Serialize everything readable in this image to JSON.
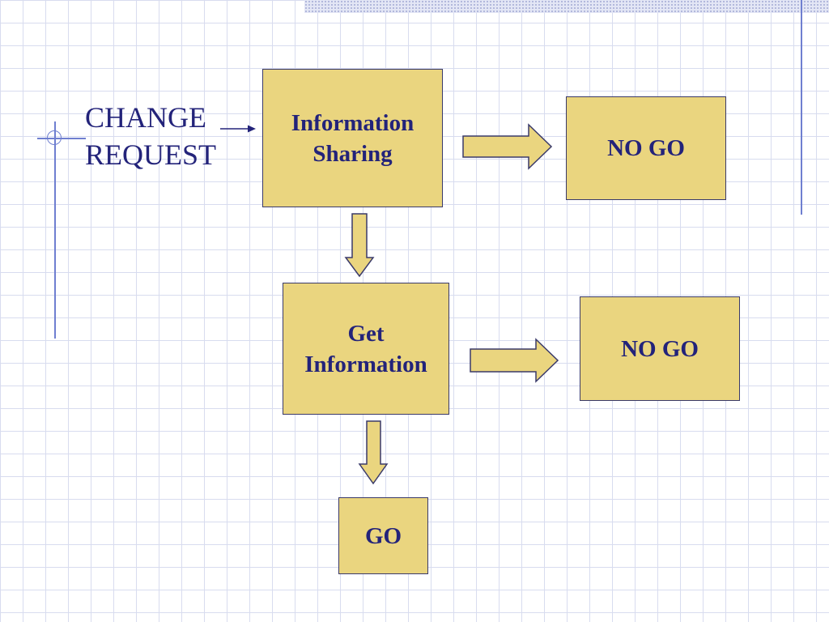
{
  "start_label": {
    "line1": "CHANGE",
    "line2": "REQUEST"
  },
  "boxes": {
    "info_sharing": "Information\nSharing",
    "no_go_1": "NO GO",
    "get_info": "Get\nInformation",
    "no_go_2": "NO GO",
    "go": "GO"
  },
  "colors": {
    "box_fill": "#ead57f",
    "text": "#23237a",
    "grid": "#d8dcef",
    "accent_line": "#6f7fd0"
  }
}
